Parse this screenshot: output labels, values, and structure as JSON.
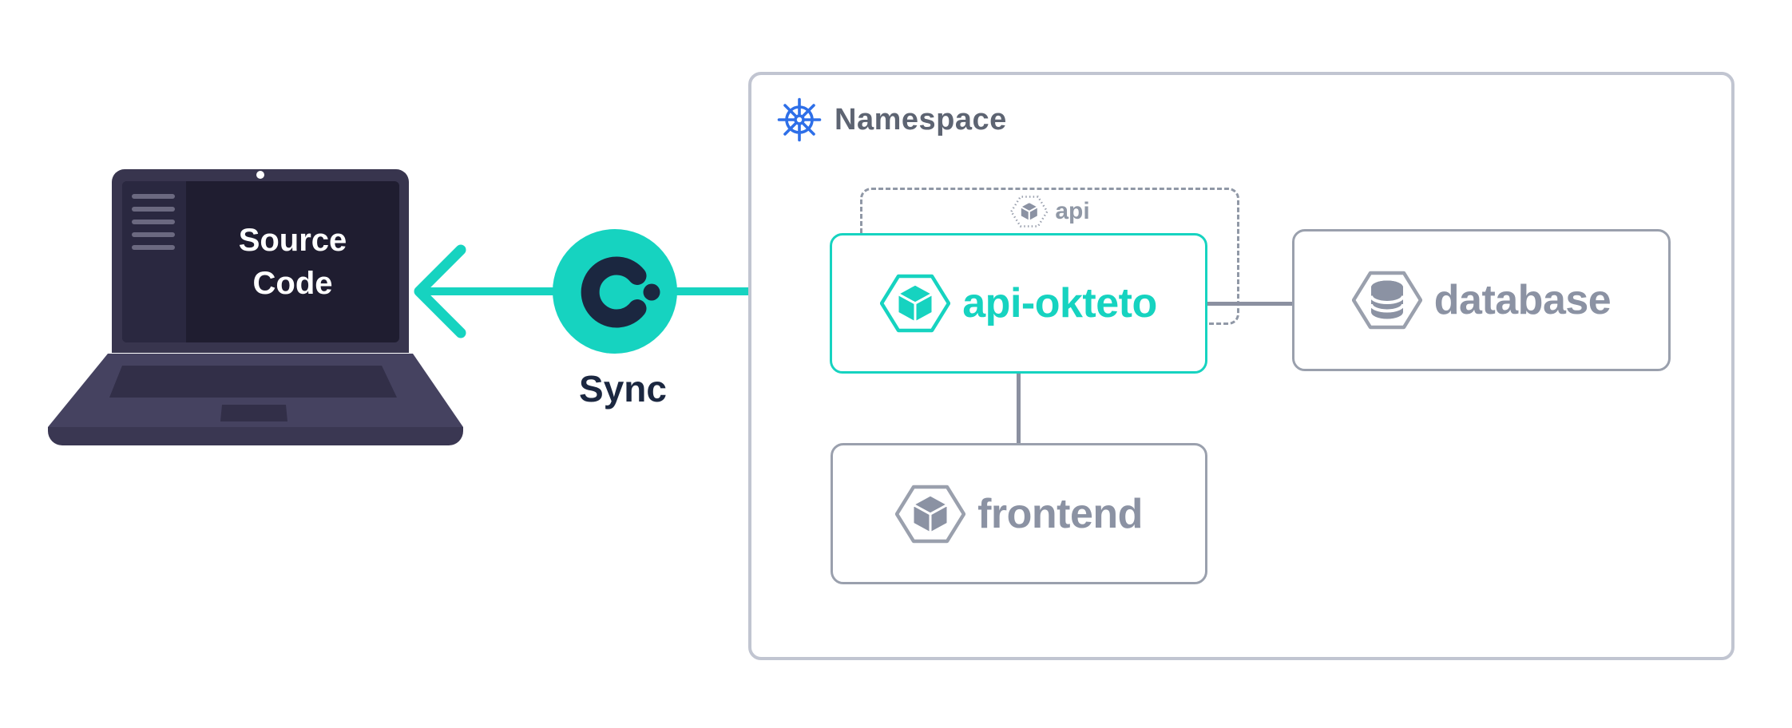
{
  "laptop": {
    "screen_label": "Source Code",
    "icon": "laptop-illustration"
  },
  "sync": {
    "label": "Sync",
    "logo_icon": "okteto-logo",
    "arrow_icon": "bidirectional-arrow"
  },
  "namespace": {
    "title": "Namespace",
    "icon": "kubernetes-wheel-icon",
    "ghost_label": "api",
    "services": [
      {
        "label": "api-okteto",
        "icon": "cube-icon",
        "state": "active-dev"
      },
      {
        "label": "database",
        "icon": "database-icon",
        "state": "default"
      },
      {
        "label": "frontend",
        "icon": "cube-icon",
        "state": "default"
      }
    ],
    "connections": [
      "api-okteto to database",
      "api-okteto to frontend"
    ]
  },
  "colors": {
    "teal": "#16d3c0",
    "navy": "#1b2740",
    "kubernetes_blue": "#2e6fe8",
    "gray_text": "#8b92a3",
    "gray_border": "#9aa0ad",
    "dashed_gray": "#9098a6",
    "namespace_border": "#c1c5d1",
    "namespace_title": "#5d6472",
    "laptop_body": "#454260",
    "laptop_screen": "#1f1d30"
  }
}
